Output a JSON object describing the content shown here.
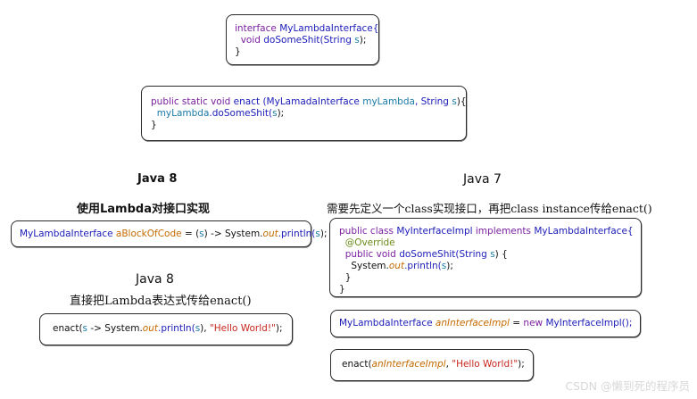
{
  "interface_block": {
    "kw_interface": "interface",
    "name": "MyLambdaInterface{",
    "kw_void": "void",
    "method": "doSomeShit(String",
    "param": "s",
    "close_paren": ");",
    "close": "}"
  },
  "enact_block": {
    "kw_public_static_void": "public static void",
    "sig_rest": "enact (MyLamadaInterface",
    "param1": "myLambda",
    "sig_mid": ", String",
    "param2": "s",
    "sig_end": "){",
    "call_obj": "myLambda",
    "call_method": ".doSomeShit(",
    "call_arg": "s",
    "call_end": ");",
    "close": "}"
  },
  "left": {
    "title": "Java 8",
    "subtitle": "使用Lambda对接口实现",
    "code": {
      "type": "MyLambdaInterface",
      "var": "aBlockOfCode",
      "eq": "= (",
      "param": "s",
      "arrow": ") -> System.",
      "out": "out",
      "println": ".println(",
      "arg": "s",
      "end": ");"
    },
    "title2": "Java 8",
    "subtitle2": "直接把Lambda表达式传给enact()",
    "code2": {
      "fn": "enact(",
      "param": "s",
      "arrow": "-> System.",
      "out": "out",
      "println": ".println(",
      "arg": "s",
      "mid": "),",
      "str": "\"Hello World!\"",
      "end": ");"
    }
  },
  "right": {
    "title": "Java 7",
    "subtitle": "需要先定义一个class实现接口，再把class instance传给enact()",
    "impl": {
      "kw1": "public class",
      "cls": "MyInterfaceImpl",
      "kw2": "implements",
      "iface": "MyLambdaInterface{",
      "ann": "@Override",
      "kw3": "public void",
      "method": "doSomeShit(String",
      "param": "s",
      "sig_end": ") {",
      "sys": "System.",
      "out": "out",
      "println": ".println(",
      "arg": "s",
      "end": ");",
      "close1": "}",
      "close2": "}"
    },
    "inst": {
      "type": "MyLambdaInterface",
      "var": "anInterfaceImpl",
      "eq": "=",
      "kw_new": "new",
      "ctor": "MyInterfaceImpl();"
    },
    "call": {
      "fn": "enact(",
      "var": "anInterfaceImpl",
      "mid": ",",
      "str": "\"Hello World!\"",
      "end": ");"
    }
  },
  "watermark": "CSDN @懒到死的程序员"
}
